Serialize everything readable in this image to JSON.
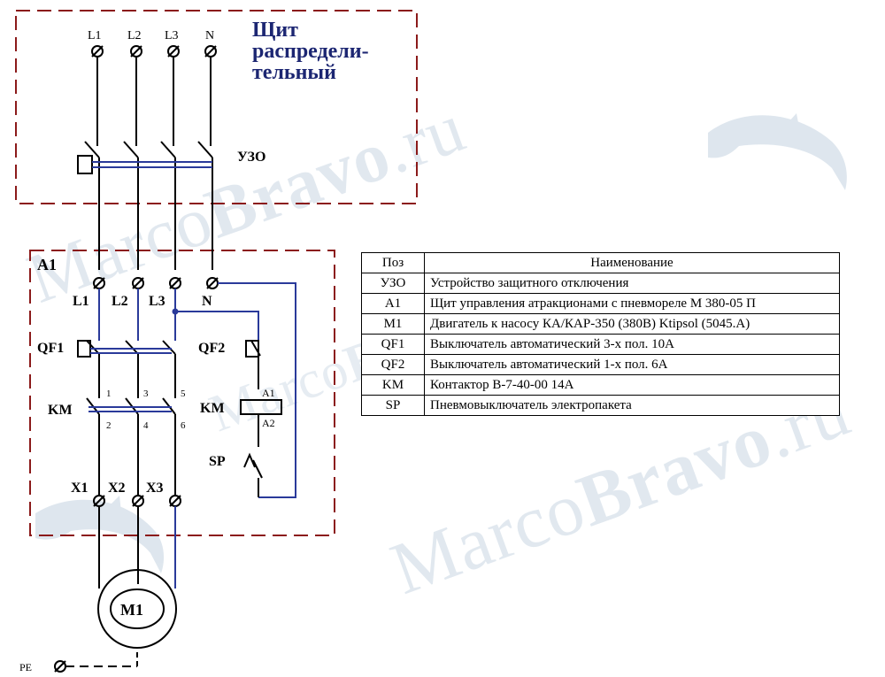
{
  "panel_title": [
    "Щит",
    "распредели-",
    "тельный"
  ],
  "watermark": {
    "light": "Marco",
    "bold": "Bravo",
    "suffix": ".ru"
  },
  "labels": {
    "top_L1": "L1",
    "top_L2": "L2",
    "top_L3": "L3",
    "top_N": "N",
    "uzo": "УЗО",
    "a1": "A1",
    "L1": "L1",
    "L2": "L2",
    "L3": "L3",
    "N": "N",
    "qf1": "QF1",
    "qf2": "QF2",
    "km_left": "KM",
    "km_right": "KM",
    "c1": "1",
    "c3": "3",
    "c5": "5",
    "c2": "2",
    "c4": "4",
    "c6": "6",
    "coil_a1": "A1",
    "coil_a2": "A2",
    "sp": "SP",
    "x1": "X1",
    "x2": "X2",
    "x3": "X3",
    "m1": "M1",
    "pe": "PE"
  },
  "legend": {
    "headers": {
      "pos": "Поз",
      "name": "Наименование"
    },
    "rows": [
      {
        "pos": "УЗО",
        "name": "Устройство защитного отключения"
      },
      {
        "pos": "A1",
        "name": "Щит управления  атракционами с пневмореле М 380-05 П"
      },
      {
        "pos": "M1",
        "name": "Двигатель к насосу КА/КАР-350 (380В) Ktipsol (5045.A)"
      },
      {
        "pos": "QF1",
        "name": "Выключатель автоматический 3-х пол. 10А"
      },
      {
        "pos": "QF2",
        "name": "Выключатель автоматический 1-х пол. 6А"
      },
      {
        "pos": "KM",
        "name": "Контактор В-7-40-00 14А"
      },
      {
        "pos": "SP",
        "name": "Пневмовыключатель электропакета"
      }
    ]
  },
  "colors": {
    "wire_blue": "#2a3a9a",
    "wire_black": "#000000",
    "dashed_border": "#8b1a1a",
    "title_blue": "#1c2672",
    "watermark": "#c9d7e3"
  }
}
